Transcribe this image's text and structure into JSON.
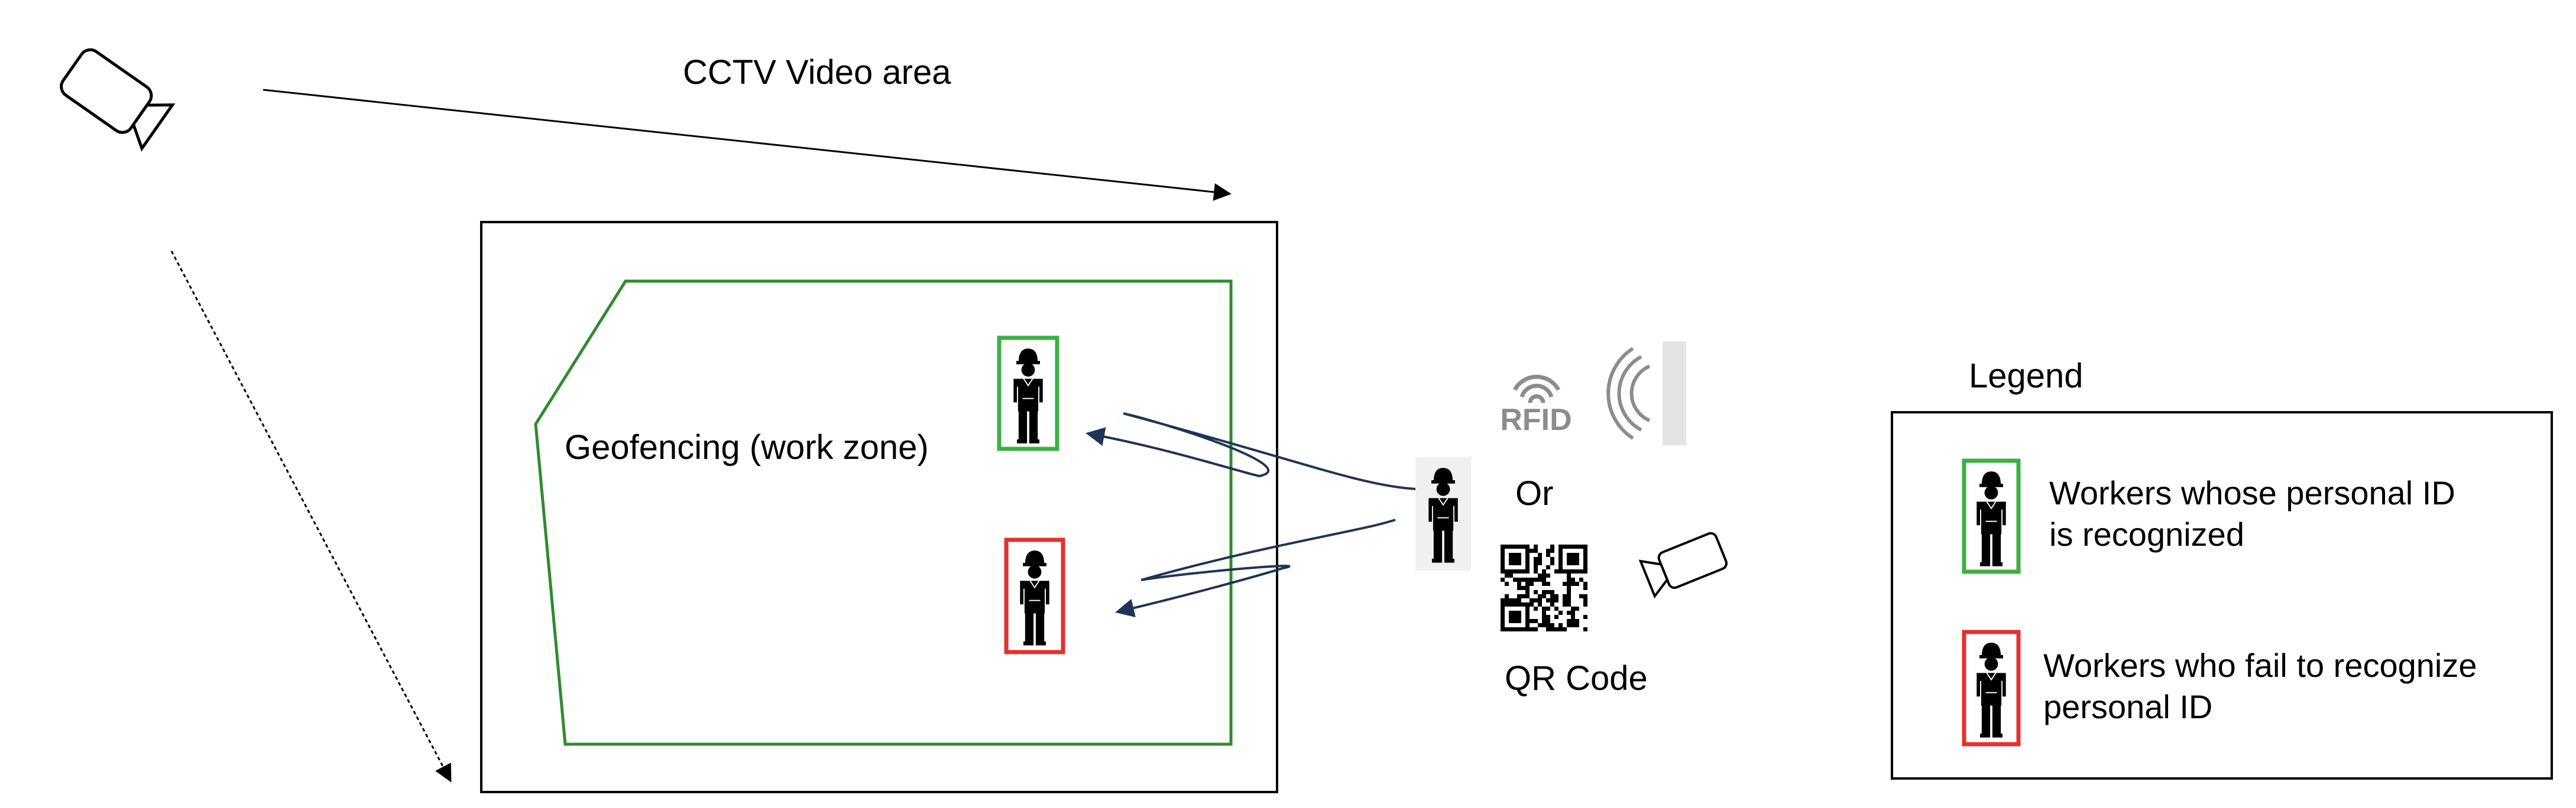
{
  "labels": {
    "cctv_area": "CCTV Video area",
    "geofence": "Geofencing (work zone)",
    "rfid": "RFID",
    "or": "Or",
    "qr": "QR Code",
    "legend_title": "Legend",
    "legend_recognized_line1": "Workers whose personal ID",
    "legend_recognized_line2": "is recognized",
    "legend_failed_line1": "Workers who fail to recognize",
    "legend_failed_line2": "personal ID"
  },
  "colors": {
    "geofence": "#2e8b2e",
    "recognized": "#3cb043",
    "failed": "#e53030",
    "arrow": "#1f3457",
    "line": "#000000",
    "gray": "#8c8c8c"
  },
  "icons": {
    "camera_top": "cctv-camera-icon",
    "camera_small": "camera-icon",
    "worker": "worker-hardhat-icon",
    "rfid": "rfid-icon",
    "nfc_reader": "nfc-reader-icon",
    "qr": "qr-code-icon"
  }
}
